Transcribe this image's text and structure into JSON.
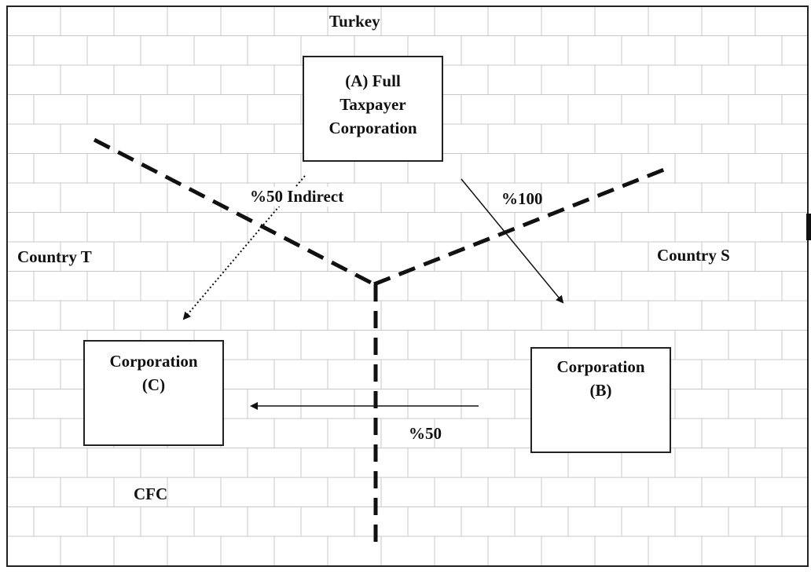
{
  "regions": {
    "turkey": "Turkey",
    "country_t": "Country T",
    "country_s": "Country S",
    "cfc": "CFC"
  },
  "entities": {
    "a": "(A) Full\nTaxpayer\nCorporation",
    "b": "Corporation\n(B)",
    "c": "Corporation\n(C)"
  },
  "relations": {
    "a_to_c": "%50 Indirect",
    "a_to_b": "%100",
    "b_to_c": "%50"
  }
}
